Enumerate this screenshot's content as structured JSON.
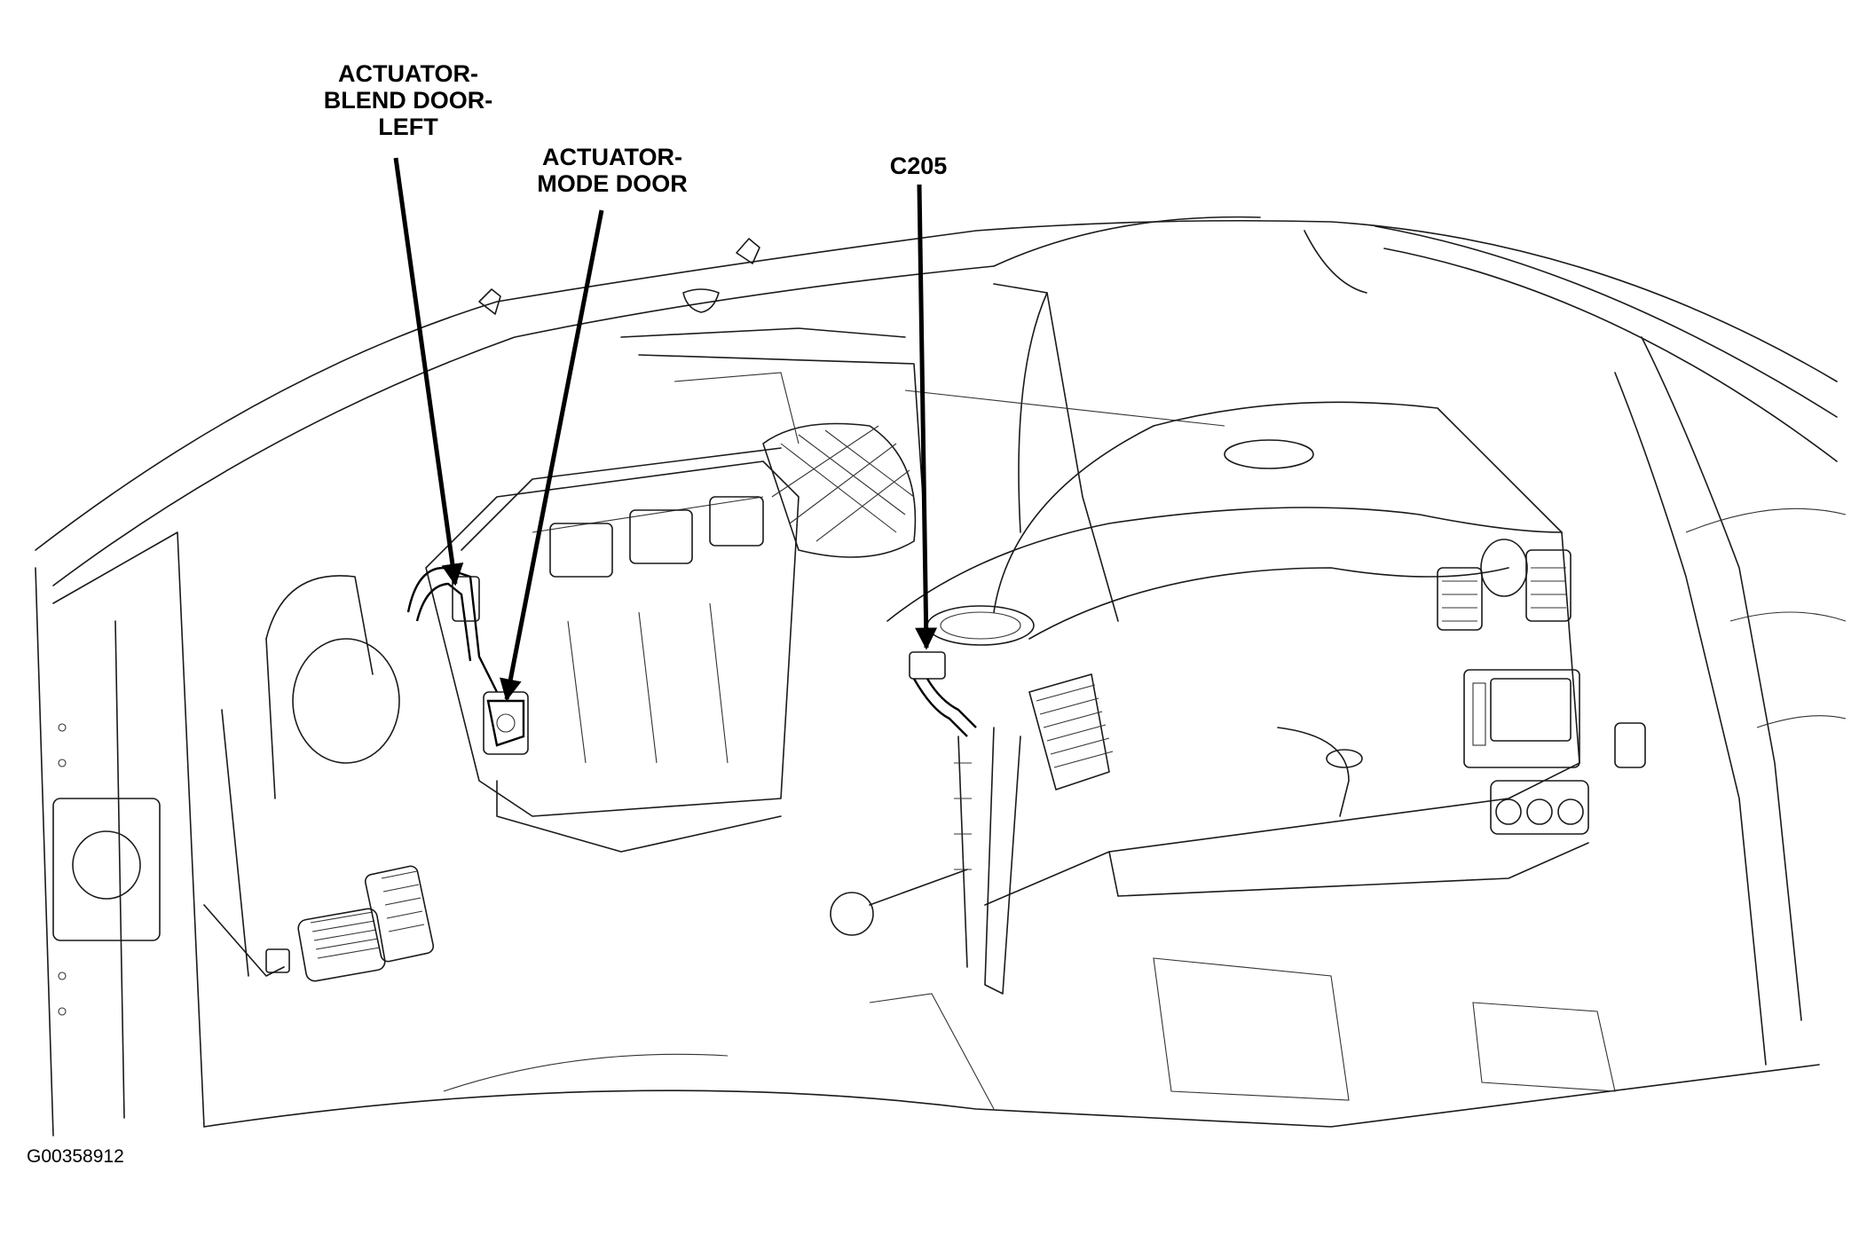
{
  "diagram": {
    "callouts": {
      "blend_door_left": [
        "ACTUATOR-",
        "BLEND DOOR-",
        "LEFT"
      ],
      "mode_door": [
        "ACTUATOR-",
        "MODE DOOR"
      ],
      "c205": "C205"
    },
    "figure_id": "G00358912"
  }
}
